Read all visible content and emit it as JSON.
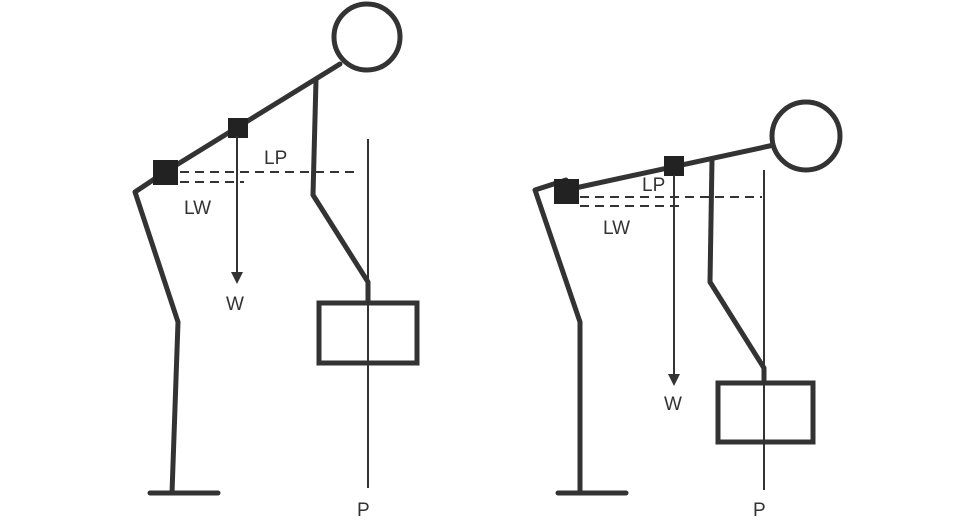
{
  "figures": [
    {
      "id": "left",
      "labels": {
        "lp": "LP",
        "lw": "LW",
        "w": "W",
        "p": "P"
      }
    },
    {
      "id": "right",
      "labels": {
        "lp": "LP",
        "lw": "LW",
        "w": "W",
        "p": "P"
      }
    }
  ],
  "colors": {
    "stroke": "#333333",
    "background": "#ffffff"
  }
}
